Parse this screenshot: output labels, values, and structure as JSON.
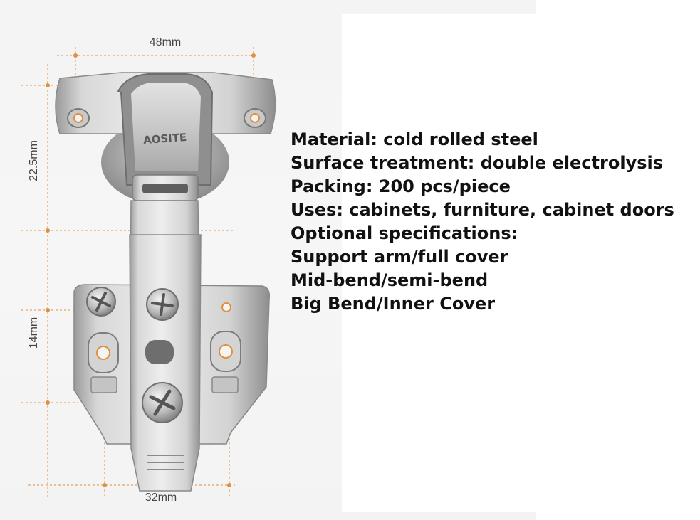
{
  "dimensions": {
    "top_width": "48mm",
    "upper_height": "22.5mm",
    "lower_height": "14mm",
    "bottom_width": "32mm"
  },
  "brand_logo": "AOSITE",
  "specs": [
    "Material: cold rolled steel",
    "Surface treatment: double electrolysis",
    "Packing: 200 pcs/piece",
    "Uses: cabinets, furniture, cabinet doors",
    "Optional specifications:",
    "Support arm/full cover",
    "Mid-bend/semi-bend",
    "Big Bend/Inner Cover"
  ],
  "colors": {
    "dimension_line": "#e0913f",
    "text": "#111111"
  }
}
